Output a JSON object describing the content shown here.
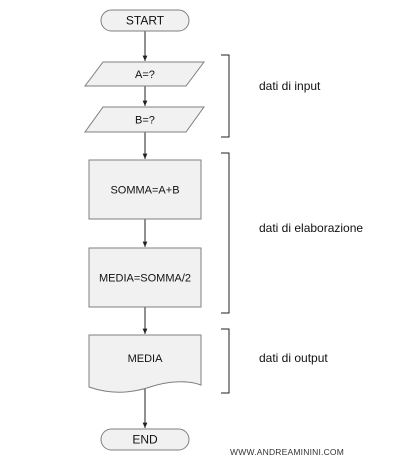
{
  "diagram": {
    "nodes": {
      "start": "START",
      "input_a": "A=?",
      "input_b": "B=?",
      "process_sum": "SOMMA=A+B",
      "process_avg": "MEDIA=SOMMA/2",
      "output_doc": "MEDIA",
      "end": "END"
    },
    "groups": {
      "input": "dati di input",
      "processing": "dati di elaborazione",
      "output": "dati di output"
    },
    "watermark": "WWW.ANDREAMININI.COM"
  },
  "colors": {
    "shape_fill": "#f1f1f1",
    "shape_stroke": "#7f7f7f",
    "line": "#222222"
  }
}
